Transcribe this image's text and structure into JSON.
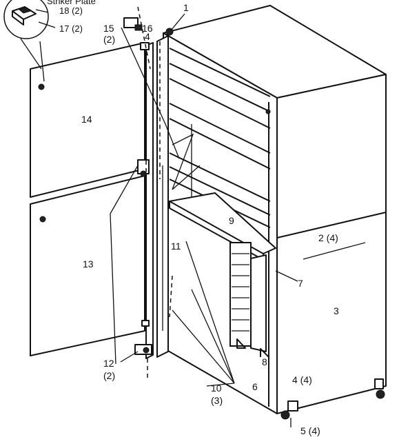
{
  "labels": {
    "striker_plate": "Striker Plate",
    "l18": "18 (2)",
    "l17": "17 (2)",
    "l1": "1",
    "l15": "15",
    "l15q": "(2)",
    "l16": "16",
    "l4top": "4",
    "l14": "14",
    "l13": "13",
    "l11": "11",
    "l9": "9",
    "l2": "2 (4)",
    "l7": "7",
    "l3": "3",
    "l12": "12",
    "l12q": "(2)",
    "l8": "8",
    "l10": "10",
    "l10q": "(3)",
    "l6": "6",
    "l4b": "4 (4)",
    "l5": "5 (4)"
  }
}
